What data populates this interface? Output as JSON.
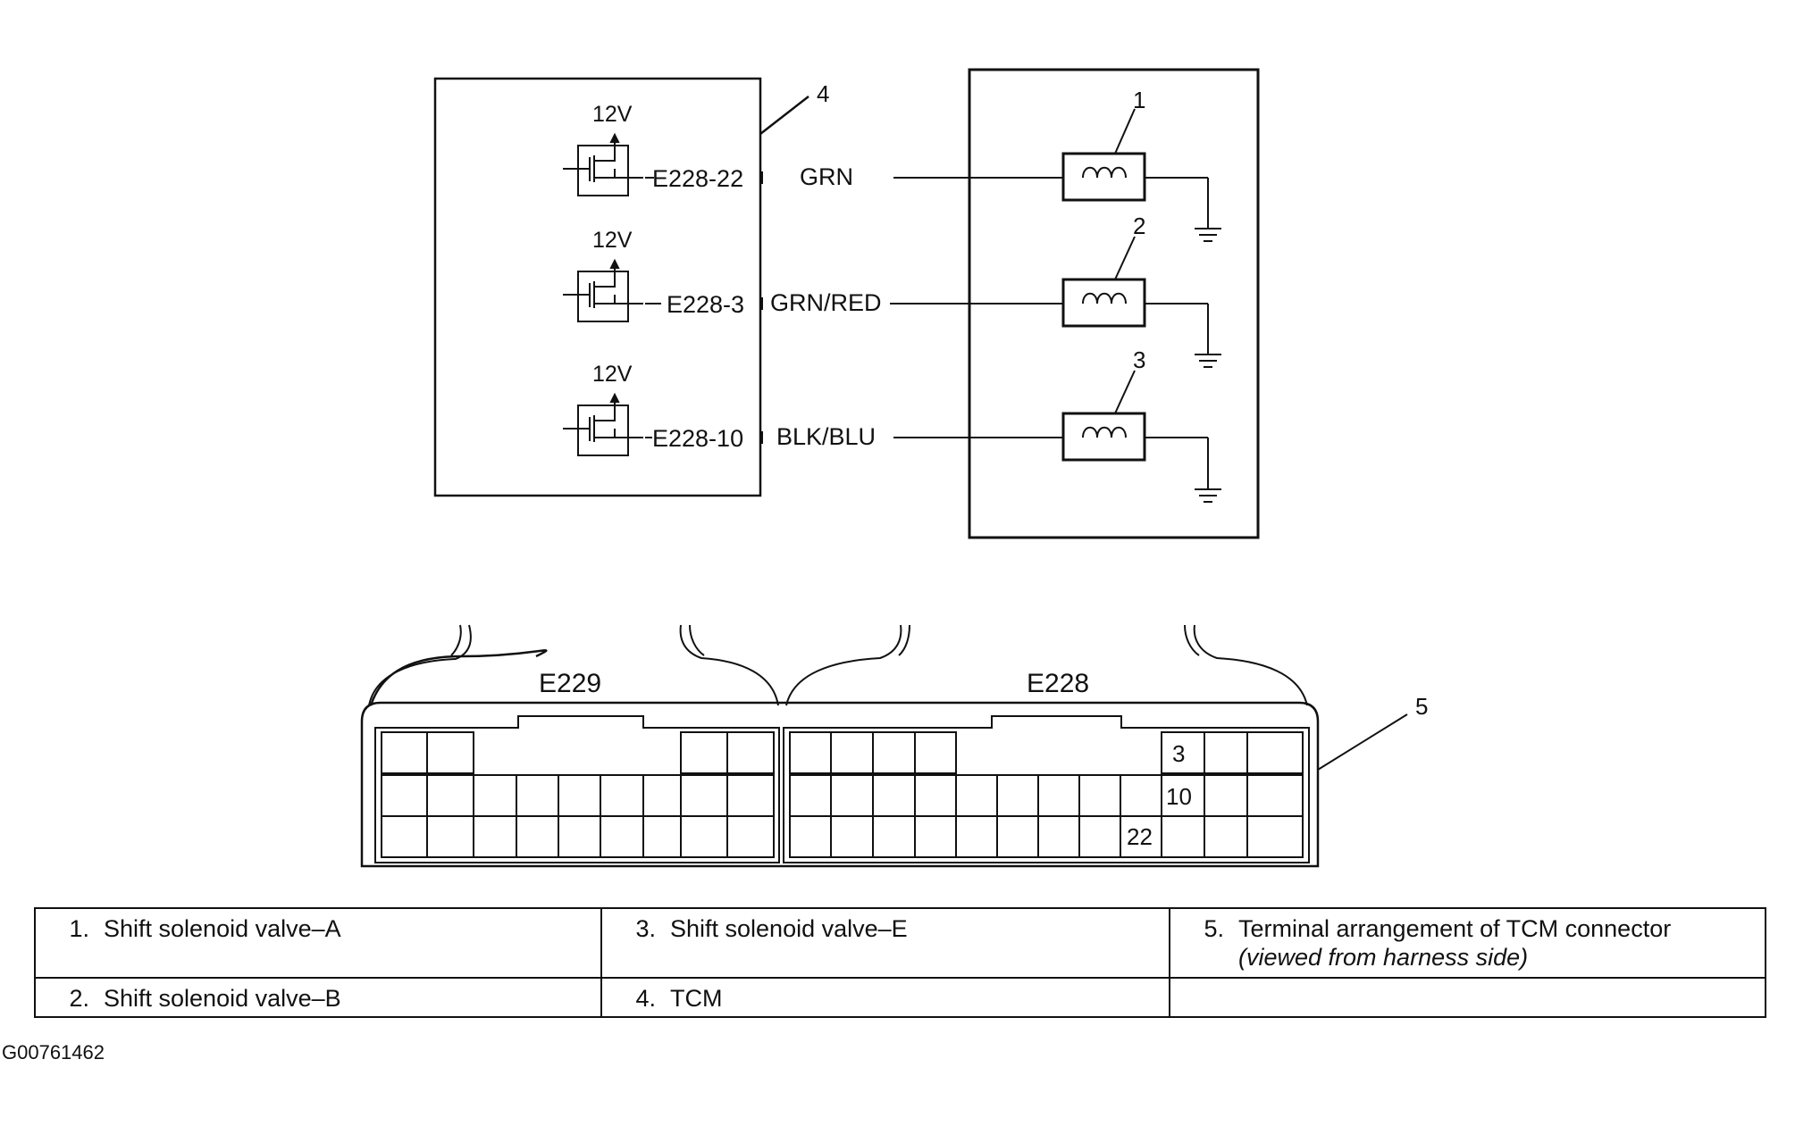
{
  "tcm": {
    "callout": "4",
    "supply_label": "12V",
    "terminals": [
      "E228-22",
      "E228-3",
      "E228-10"
    ]
  },
  "wires": [
    "GRN",
    "GRN/RED",
    "BLK/BLU"
  ],
  "solenoids": {
    "callouts": [
      "1",
      "2",
      "3"
    ]
  },
  "connector": {
    "callout": "5",
    "names": [
      "E229",
      "E228"
    ],
    "pin_labels": [
      "3",
      "10",
      "22"
    ]
  },
  "legend": {
    "items": [
      {
        "num": "1.",
        "text": "Shift solenoid valve–A"
      },
      {
        "num": "3.",
        "text": "Shift solenoid valve–E"
      },
      {
        "num": "5.",
        "text": "Terminal arrangement of TCM connector",
        "note": "(viewed from harness side)"
      },
      {
        "num": "2.",
        "text": "Shift solenoid valve–B"
      },
      {
        "num": "4.",
        "text": "TCM"
      }
    ]
  },
  "figure_code": "G00761462"
}
